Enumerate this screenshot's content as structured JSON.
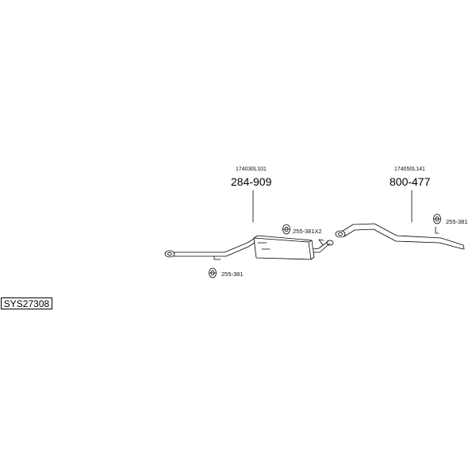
{
  "system_code": "SYS27308",
  "parts": [
    {
      "ref": "174030L101",
      "number": "284-909"
    },
    {
      "ref": "174050L141",
      "number": "800-477"
    }
  ],
  "hangers": [
    {
      "label": "255-381X2"
    },
    {
      "label": "255-381"
    },
    {
      "label": "255-381"
    }
  ],
  "colors": {
    "line": "#000000",
    "background": "#ffffff"
  }
}
